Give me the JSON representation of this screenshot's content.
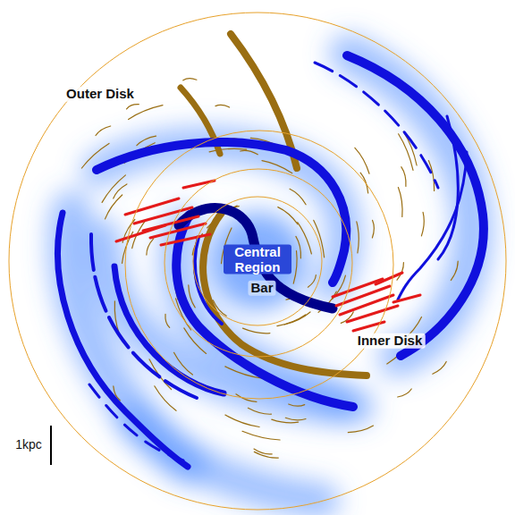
{
  "diagram": {
    "labels": [
      "Outer Disk",
      "Bar",
      "Central Region",
      "Inner Disk",
      "1kpc"
    ]
  }
}
